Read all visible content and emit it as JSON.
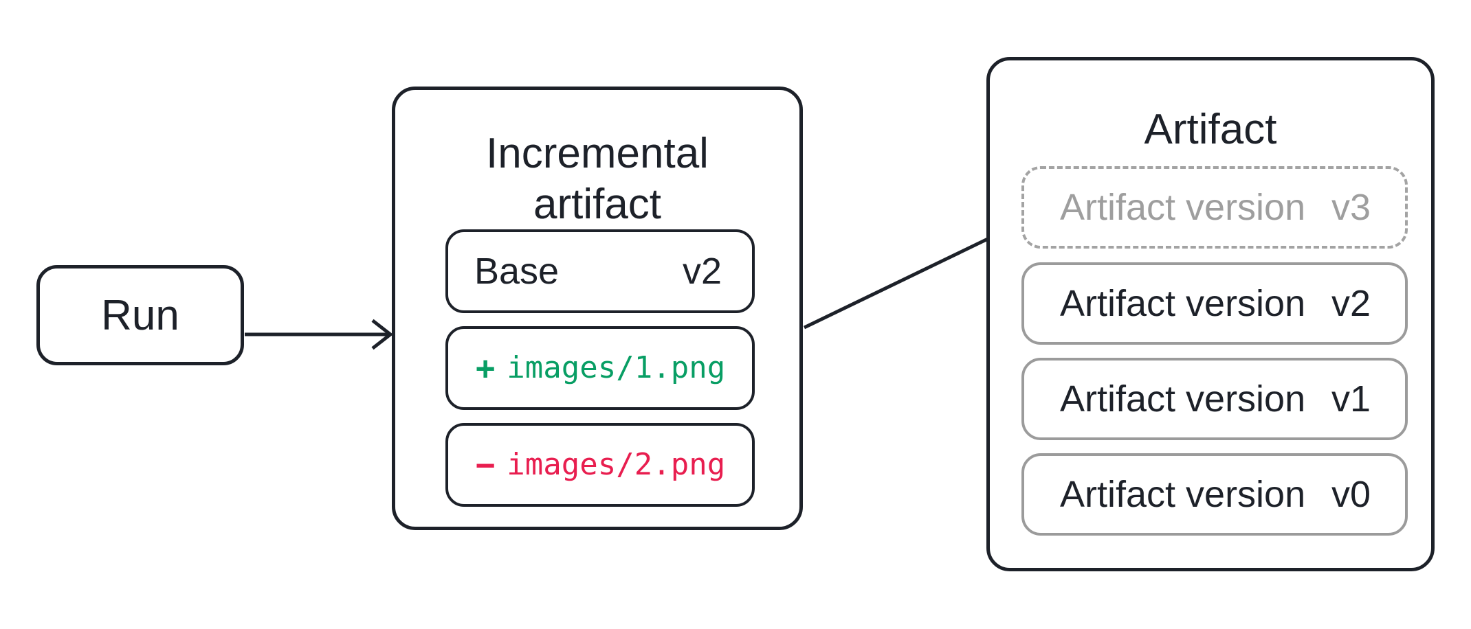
{
  "colors": {
    "ink": "#1d2129",
    "green": "#089e64",
    "red": "#e81e4f",
    "gray_border": "#9b9b9b",
    "gray_dash": "#a3a3a3",
    "gray_text": "#9e9e9e"
  },
  "run": {
    "label": "Run"
  },
  "incremental": {
    "title_lines": [
      "Incremental",
      "artifact"
    ],
    "base": {
      "label": "Base",
      "version": "v2"
    },
    "added": {
      "sign": "+",
      "path": "images/1.png"
    },
    "removed": {
      "sign": "−",
      "path": "images/2.png"
    }
  },
  "artifact": {
    "title": "Artifact",
    "versions": [
      {
        "label": "Artifact version",
        "version": "v3",
        "style": "dashed"
      },
      {
        "label": "Artifact version",
        "version": "v2",
        "style": "solid"
      },
      {
        "label": "Artifact version",
        "version": "v1",
        "style": "solid"
      },
      {
        "label": "Artifact version",
        "version": "v0",
        "style": "solid"
      }
    ]
  }
}
